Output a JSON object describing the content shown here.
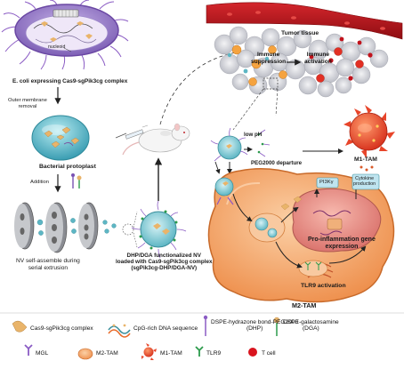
{
  "labels": {
    "nucleoid": "nucleoid",
    "ecoli_line1": "E. coli expressing Cas9-sgPik3cg complex",
    "outer_membrane_1": "Outer membrane",
    "outer_membrane_2": "removal",
    "bacterial_protoplast": "Bacterial protoplast",
    "addition": "Addition",
    "nv_1": "NV self-assemble during",
    "nv_2": "serial extrusion",
    "dhp_1": "DHP/DGA functionalized NV",
    "dhp_2": "loaded with Cas9-sgPik3cg complex",
    "dhp_3": "(sgPik3cg-DHP/DGA-NV)",
    "tumor_tissue": "Tumor tissue",
    "immune_supp_1": "Immune",
    "immune_supp_2": "suppression",
    "immune_act_1": "Immune",
    "immune_act_2": "activation",
    "low_ph": "low pH",
    "peg_departure": "PEG2000 departure",
    "m1_tam": "M1-TAM",
    "pi3k": "PI3Kγ",
    "cytokine_1": "Cytokine",
    "cytokine_2": "production",
    "pro_infl_1": "Pro-inflammation gene",
    "pro_infl_2": "expression",
    "tlr9_activation": "TLR9 activation",
    "m2_tam": "M2-TAM"
  },
  "legend": {
    "cas9": "Cas9-sgPik3cg complex",
    "cpg": "CpG-rich DNA sequence",
    "dhp_1": "DSPE-hydrazone bond-PEG2000",
    "dhp_2": "(DHP)",
    "dga_1": "DSPE-galactosamine",
    "dga_2": "(DGA)",
    "mgl": "MGL",
    "m2": "M2-TAM",
    "m1": "M1-TAM",
    "tlr9": "TLR9",
    "tcell": "T cell"
  },
  "colors": {
    "bacteria": "#9b7fc9",
    "protoplast": "#5fb8c9",
    "m2_cell": "#f4a56a",
    "m1_cell": "#e8452a",
    "vessel": "#b5121b",
    "cas9": "#e9b46a",
    "tcell": "#d9141e",
    "pi3k_box": "#bfe4ef"
  }
}
